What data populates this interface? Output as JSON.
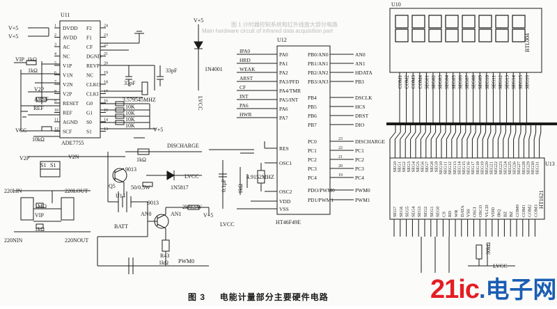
{
  "caption": {
    "figure": "图 3",
    "title": "电能计量部分主要硬件电路"
  },
  "watermark": {
    "part_a": "21ic",
    "part_b": ".电子网"
  },
  "ghost_text": {
    "line1": "图 1  计时器控制系统和红外线放大部分电路",
    "line2": "Main hardware circuit of infrared data acquisition part"
  },
  "chips": {
    "u11": {
      "ref": "U11",
      "part": "ADE7755",
      "left_pins": [
        "DVDD",
        "AVDD",
        "AC",
        "NC",
        "V1P",
        "V1N",
        "V2N",
        "V2P",
        "RESET",
        "REF",
        "AGND",
        "SCF"
      ],
      "left_nums": [
        "1",
        "2",
        "3",
        "4",
        "5",
        "6",
        "7",
        "8",
        "9",
        "10",
        "11",
        "12"
      ],
      "right_pins": [
        "F2",
        "F1",
        "CF",
        "DGND",
        "REVP",
        "NC",
        "CLKO",
        "CLKI",
        "G0",
        "G1",
        "S0",
        "S1"
      ],
      "right_nums": [
        "24",
        "23",
        "22",
        "21",
        "20",
        "19",
        "18",
        "17",
        "16",
        "15",
        "14",
        "13"
      ]
    },
    "u12": {
      "ref": "U12",
      "part": "HT46F49E",
      "left_pins": [
        "PA0",
        "PA1",
        "PA2",
        "PA3/PFD",
        "PA4/TMR",
        "PA5/INT",
        "PA6",
        "PA7",
        "RES",
        "OSC1",
        "OSC2",
        "VDD",
        "VSS"
      ],
      "left_nums": [
        "",
        "",
        "",
        "",
        "",
        "",
        "",
        "",
        "",
        "",
        "",
        "",
        ""
      ],
      "right_pins": [
        "PB0/AN0",
        "PB1/AN1",
        "PB2/AN2",
        "PB3/AN3",
        "PB4",
        "PB5",
        "PB6",
        "PB7",
        "PC0",
        "PC1",
        "PC2",
        "PC3",
        "PC4",
        "PDO/PWM0",
        "PD1/PWM1"
      ],
      "right_nums": [
        "",
        "",
        "",
        "",
        "",
        "",
        "",
        "",
        "23",
        "22",
        "21",
        "20",
        "19",
        "",
        ""
      ]
    },
    "u13": {
      "ref": "U13",
      "part": "HT1621",
      "top_pins": [
        "SEG0",
        "SEG1",
        "SEG2",
        "SEG3",
        "SEG4",
        "SEG5",
        "SEG6",
        "SEG7",
        "SEG8",
        "SEG9",
        "SEG10",
        "SEG11",
        "SEG12",
        "SEG13",
        "SEG14",
        "SEG15",
        "SEG16",
        "SEG17",
        "SEG18",
        "SEG19",
        "SEG20",
        "SEG21",
        "SEG22",
        "SEG23",
        "SEG24",
        "SEG25",
        "SEG26",
        "SEG27",
        "SEG28",
        "SEG29",
        "SEG30",
        "SEG31"
      ],
      "bottom_pins": [
        "SEG7",
        "SEG6",
        "SEG5",
        "SEG4",
        "SEG3",
        "SEG2",
        "SEG1",
        "SEG0",
        "CS",
        "RD",
        "WR",
        "DATA",
        "VSS",
        "OSCI",
        "OSCO",
        "VLCD",
        "VDD",
        "IRQ",
        "BZ",
        "BZ",
        "COM0",
        "COM1",
        "COM2",
        "COM3"
      ]
    },
    "u10": {
      "ref": "U10",
      "part": "BTL004",
      "pins": [
        "COM1",
        "COM2",
        "COM3",
        "COM4",
        "SEG01",
        "SEG02",
        "SEG03",
        "SEG04",
        "SEG05",
        "SEG06",
        "SEG07",
        "SEG08",
        "SEG09",
        "SEG10",
        "SEG11",
        "SEG12",
        "SEG13",
        "SEG14",
        "SEG15",
        "SEG16"
      ]
    },
    "u14": {
      "ref": "U14"
    }
  },
  "mcu_nets_left": [
    "IPA0",
    "HRD",
    "WEAK",
    "ARST",
    "CF",
    "INT",
    "PA6",
    "HWR"
  ],
  "mcu_nets_right": [
    "AN0",
    "AN1",
    "HDATA",
    "PB3",
    "DSCLK",
    "HCS",
    "DRST",
    "DIO",
    "DISCHARGE",
    "PC1",
    "PC2",
    "PC3",
    "PC4",
    "PWM0",
    "PWM1"
  ],
  "nets": {
    "vplus5": "V+5",
    "vplus5b": "V+5",
    "vplus5c": "V+5",
    "lvcc": "LVCC",
    "lvcc2": "LVCC",
    "lvcc3": "LVCC",
    "vcc": "VCC",
    "discharge": "DISCHARGE",
    "vip": "VIP",
    "v2p": "V2P",
    "v2n": "V2N",
    "l220in": "220LIN",
    "l220out": "220LOUT",
    "n220in": "220NIN",
    "n220out": "220NOUT",
    "batt": "BATT",
    "an0": "AN0",
    "an1": "AN1",
    "pwm0": "PWM0",
    "arst": "ARST",
    "ref": "REF",
    "vip_r": "VIP",
    "lvcc_rot": "LVCC"
  },
  "parts": {
    "r_1k1": "1kΩ",
    "r_1k2": "1kΩ",
    "r_10k": "10kΩ",
    "r_1k_v2": "1kΩ",
    "r_1m": "1MΩ",
    "r_1k_bot": "1kΩ",
    "r_1k_q": "1kΩ",
    "r_50": "50/0.5W",
    "r_43": "R43",
    "r_1k5": "1kΩ",
    "r_2k": "2k/0.5W",
    "r_10k_a": "10K",
    "r_10k_b": "10K",
    "r_10k_c": "10K",
    "r_10k_d": "10K",
    "xtal1": "3.579545MHZ",
    "xtal2": "4.9152MHZ",
    "c_33a": "33pF",
    "c_33b": "33pF",
    "c_01": "0.1μF",
    "d1": "1N4001",
    "d2": "1N5817",
    "q5": "Q5",
    "q5_type": "9013",
    "q6_type": "9013",
    "r30k": "30kΩ",
    "s1": "S1",
    "s2": "S1",
    "r_1kvip": "1kΩ"
  }
}
